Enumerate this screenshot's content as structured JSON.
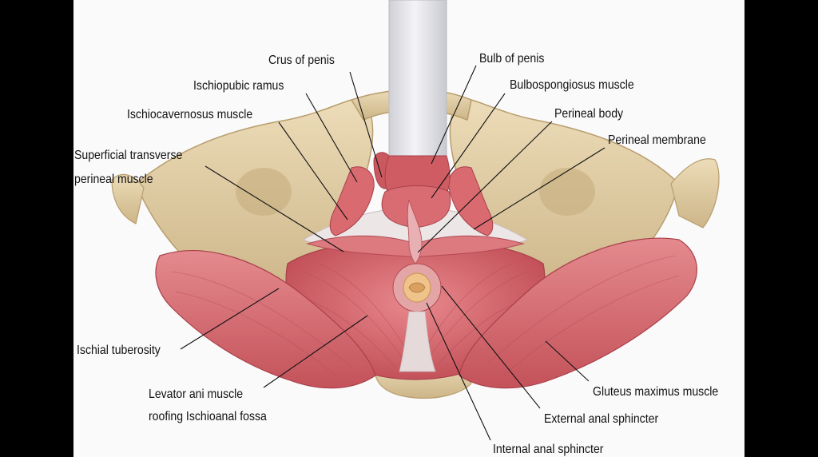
{
  "colors": {
    "background": "#000000",
    "panel": "#fafafa",
    "bone": "#e3cfa6",
    "bone_shadow": "#c9b283",
    "muscle": "#d86a70",
    "muscle_dark": "#b8464f",
    "muscle_light": "#eba0a2",
    "fascia": "#e9e3e3",
    "penis_shaft": "#e6e6ea",
    "label_text": "#111111"
  },
  "labels": {
    "crus_of_penis": "Crus of penis",
    "ischiopubic_ramus": "Ischiopubic ramus",
    "ischiocavernosus_muscle": "Ischiocavernosus muscle",
    "superficial_transverse_1": "Superficial transverse",
    "superficial_transverse_2": "perineal muscle",
    "ischial_tuberosity": "Ischial tuberosity",
    "levator_ani_1": "Levator ani muscle",
    "levator_ani_2": "roofing Ischioanal fossa",
    "bulb_of_penis": "Bulb of penis",
    "bulbospongiosus_muscle": "Bulbospongiosus muscle",
    "perineal_body": "Perineal body",
    "perineal_membrane": "Perineal membrane",
    "gluteus_maximus_muscle": "Gluteus maximus muscle",
    "external_anal_sphincter": "External anal sphincter",
    "internal_anal_sphincter": "Internal anal sphincter"
  }
}
